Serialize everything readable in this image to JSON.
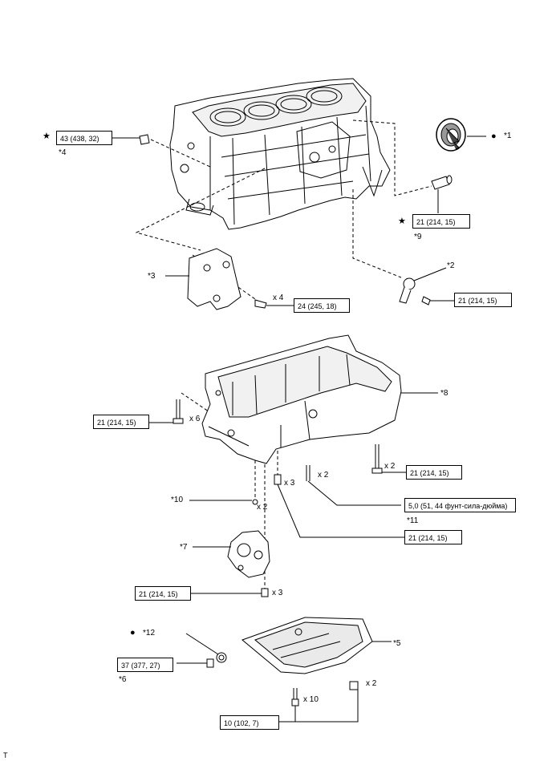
{
  "callouts": {
    "c1": "*1",
    "c2": "*2",
    "c3": "*3",
    "c4": "*4",
    "c5": "*5",
    "c6": "*6",
    "c7": "*7",
    "c8": "*8",
    "c9": "*9",
    "c10": "*10",
    "c11": "*11",
    "c12": "*12"
  },
  "torques": {
    "t_43": "43 (438, 32)",
    "t_21_sensor": "21 (214, 15)",
    "t_21_bracket": "21 (214, 15)",
    "t_24": "24 (245, 18)",
    "t_21_left": "21 (214, 15)",
    "t_21_right": "21 (214, 15)",
    "t_50": "5,0 (51, 44 фунт-сила-дюйма)",
    "t_21_mid": "21 (214, 15)",
    "t_21_pump": "21 (214, 15)",
    "t_37": "37 (377, 27)",
    "t_10": "10 (102, 7)"
  },
  "quantities": {
    "q4": "x 4",
    "q6": "x 6",
    "q2_right": "x 2",
    "q2_stud": "x 2",
    "q3_mid": "x 3",
    "q2_pin": "x 2",
    "q3_pump": "x 3",
    "q10": "x 10",
    "q2_pan": "x 2"
  },
  "symbols": {
    "star": "★",
    "dot": "●"
  },
  "footer": {
    "code": "T"
  }
}
